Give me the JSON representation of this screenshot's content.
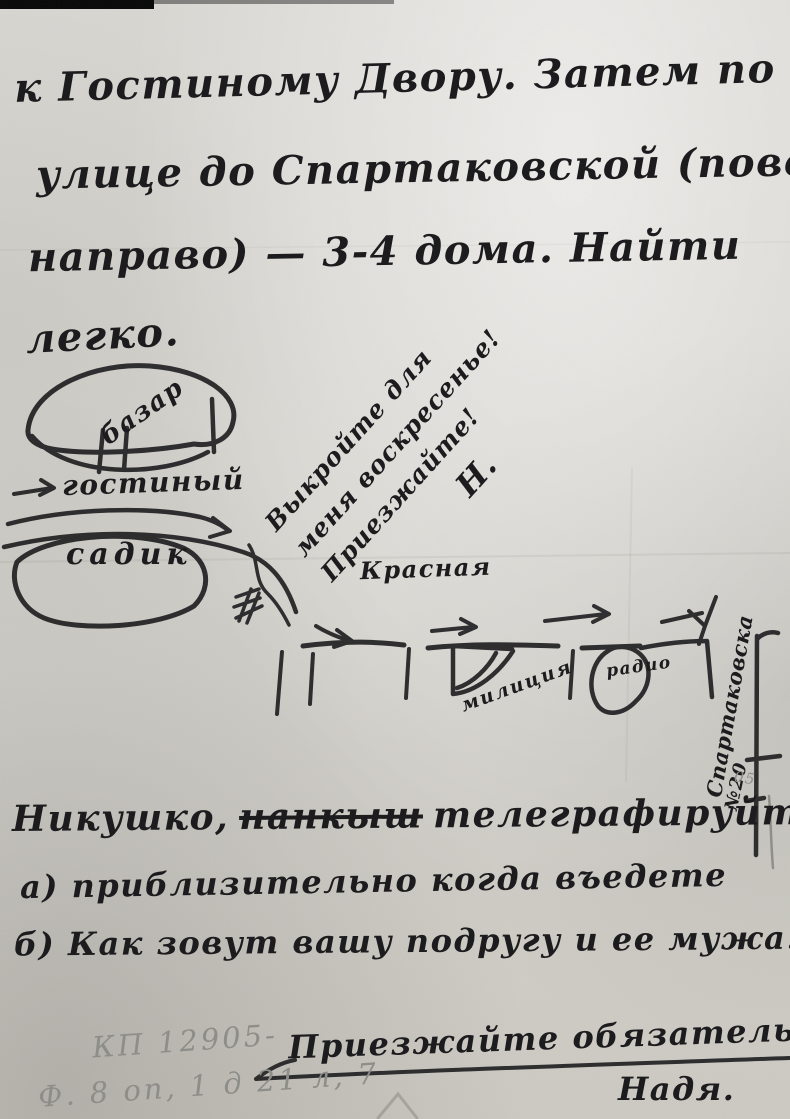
{
  "page": {
    "paper_color": "#d7d5d0",
    "ink_color": "#1c1c1e",
    "pencil_color": "#8d8d89"
  },
  "letter": {
    "line1": "к Гостиному Двору. Затем по Красной",
    "line2": "улице до Спартаковской (поворот",
    "line3": "направо) — 3-4 дома. Найти",
    "line4": "легко."
  },
  "diagonal_note": {
    "line1": "Выкройте для",
    "line2": "меня воскресенье!",
    "line3": "Приезжайте!",
    "initial": "Н."
  },
  "map": {
    "bazaar": "базар",
    "gostiny": "гостиный",
    "sadik": "садик",
    "krasnaya": "Красная",
    "militsia": "милиция",
    "radio": "радио",
    "spartakovskaya": "Спартаковска",
    "house_number": "№20"
  },
  "request": {
    "salutation": "Никушко,",
    "struck_word": "нанкыш",
    "line1_rest": "телеграфируйте мне",
    "item_a": "а) приблизительно когда въедете",
    "item_b": "б) Как зовут вашу подругу и ее мужа...",
    "closing": "Приезжайте обязательно с ними",
    "signature": "Надя."
  },
  "archival": {
    "inventory": "КП 12905-",
    "reference": "Ф. 8 оп, 1   д 21   л, 7",
    "corner_mark": "05"
  }
}
